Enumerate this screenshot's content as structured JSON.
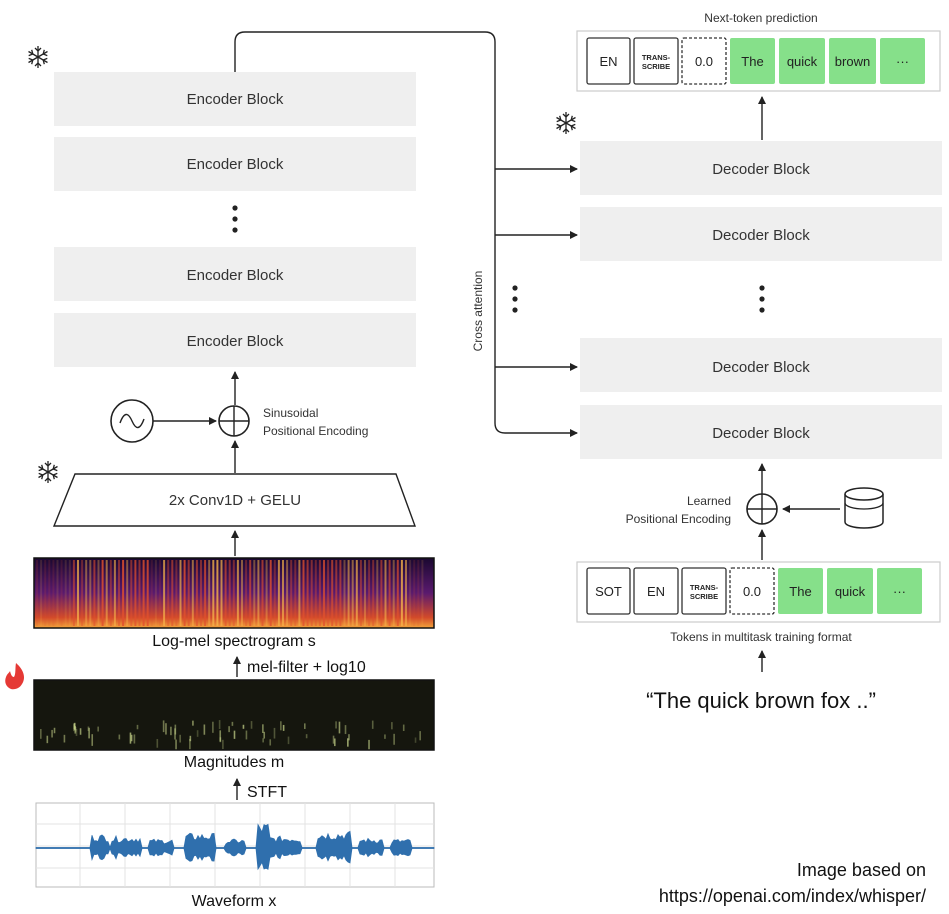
{
  "encoder": {
    "blocks": [
      "Encoder Block",
      "Encoder Block",
      "Encoder Block",
      "Encoder Block"
    ],
    "conv_label": "2x Conv1D + GELU",
    "pos_encoding_label": [
      "Sinusoidal",
      "Positional Encoding"
    ]
  },
  "decoder": {
    "blocks": [
      "Decoder Block",
      "Decoder Block",
      "Decoder Block",
      "Decoder Block"
    ],
    "cross_attention_label": "Cross attention",
    "pos_encoding_label": [
      "Learned",
      "Positional Encoding"
    ]
  },
  "output_tokens": {
    "title": "Next-token prediction",
    "items": [
      {
        "text": "EN",
        "style": "plain"
      },
      {
        "text": "TRANS-\nSCRIBE",
        "style": "tiny"
      },
      {
        "text": "0.0",
        "style": "dashed"
      },
      {
        "text": "The",
        "style": "green"
      },
      {
        "text": "quick",
        "style": "green"
      },
      {
        "text": "brown",
        "style": "green"
      },
      {
        "text": "···",
        "style": "green"
      }
    ]
  },
  "input_tokens": {
    "caption": "Tokens in multitask training format",
    "items": [
      {
        "text": "SOT",
        "style": "plain"
      },
      {
        "text": "EN",
        "style": "plain"
      },
      {
        "text": "TRANS-\nSCRIBE",
        "style": "tiny"
      },
      {
        "text": "0.0",
        "style": "dashed"
      },
      {
        "text": "The",
        "style": "green"
      },
      {
        "text": "quick",
        "style": "green"
      },
      {
        "text": "···",
        "style": "green"
      }
    ]
  },
  "input_text": "“The quick brown fox ..”",
  "signal": {
    "spectrogram_label": "Log-mel spectrogram s",
    "mel_filter_label": "mel-filter + log10",
    "magnitudes_label": "Magnitudes m",
    "stft_label": "STFT",
    "waveform_label": "Waveform x"
  },
  "credit": [
    "Image based on",
    "https://openai.com/index/whisper/"
  ],
  "icons": {
    "frozen": "snowflake-icon",
    "trainable": "flame-icon",
    "sinusoid": "sine-wave-icon",
    "add": "circle-plus-icon",
    "embedding": "database-icon"
  },
  "colors": {
    "block_fill": "#efefef",
    "token_green": "#86e08a",
    "flame": "#e53935",
    "waveform": "#2f6fad"
  }
}
